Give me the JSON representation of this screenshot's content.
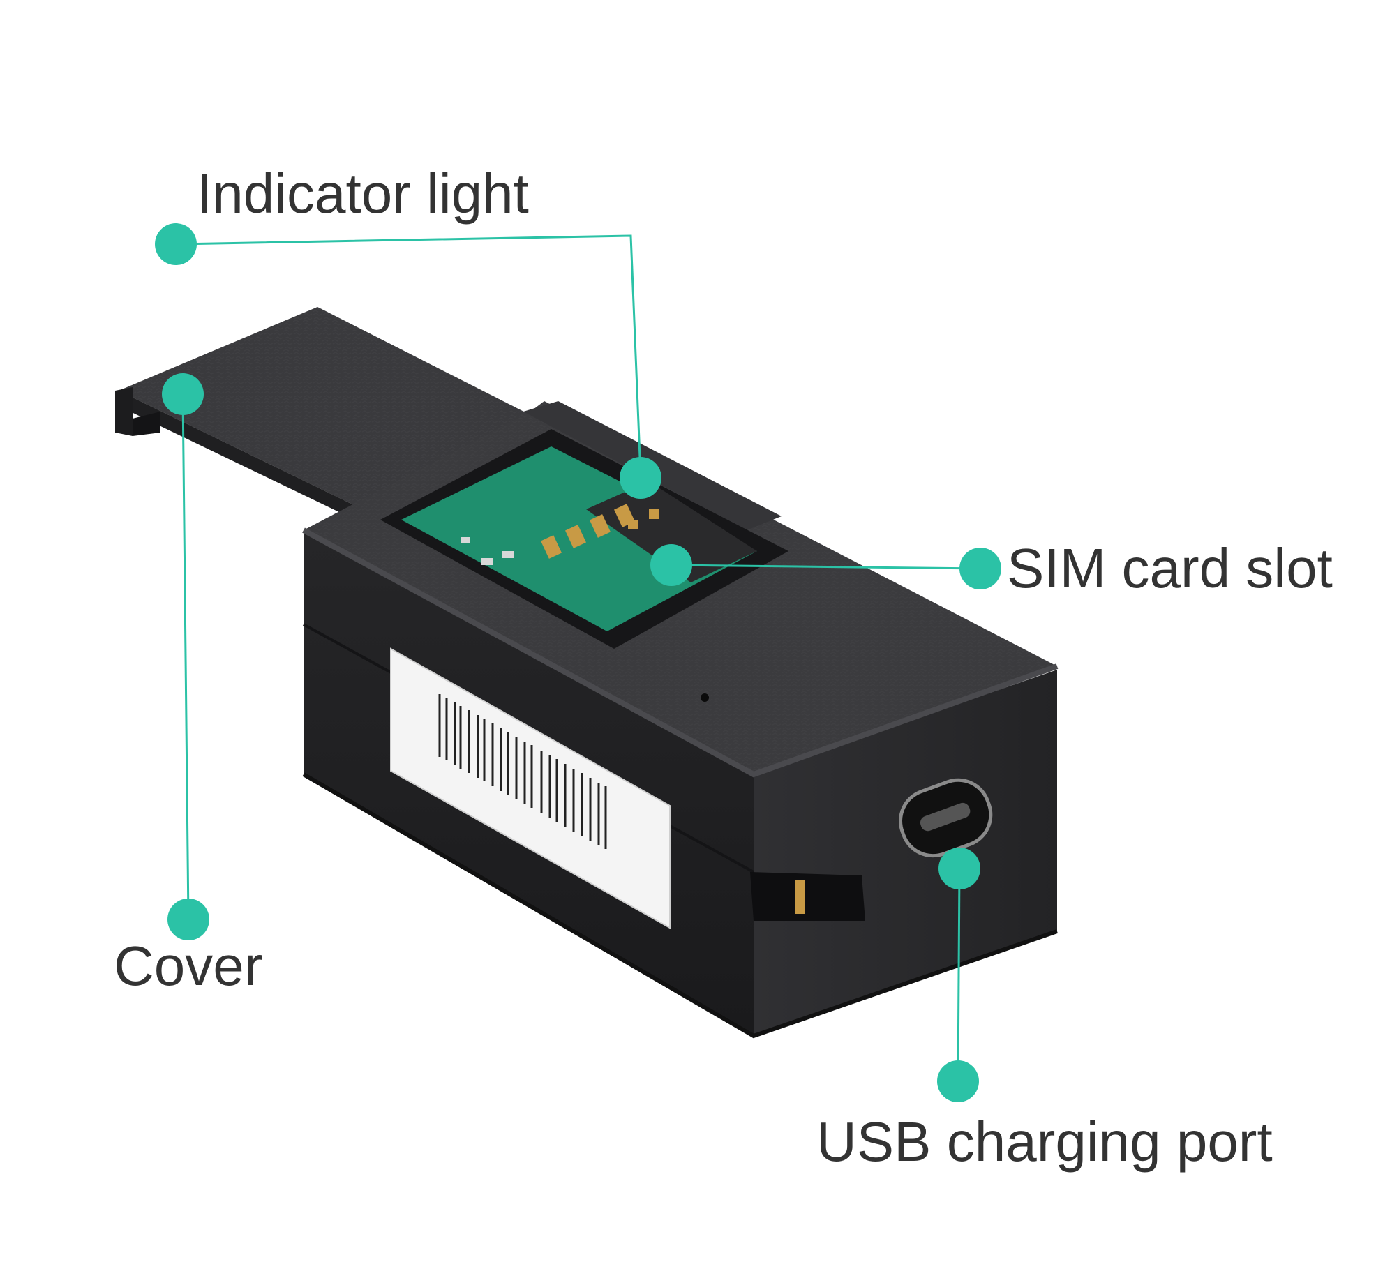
{
  "callouts": {
    "indicator_light": "Indicator light",
    "sim_card_slot": "SIM card slot",
    "cover": "Cover",
    "usb_charging_port": "USB charging port"
  },
  "colors": {
    "accent": "#2bc2a6",
    "device_body": "#2e2e30",
    "pcb": "#1f8f6e",
    "label_text": "#333333"
  }
}
